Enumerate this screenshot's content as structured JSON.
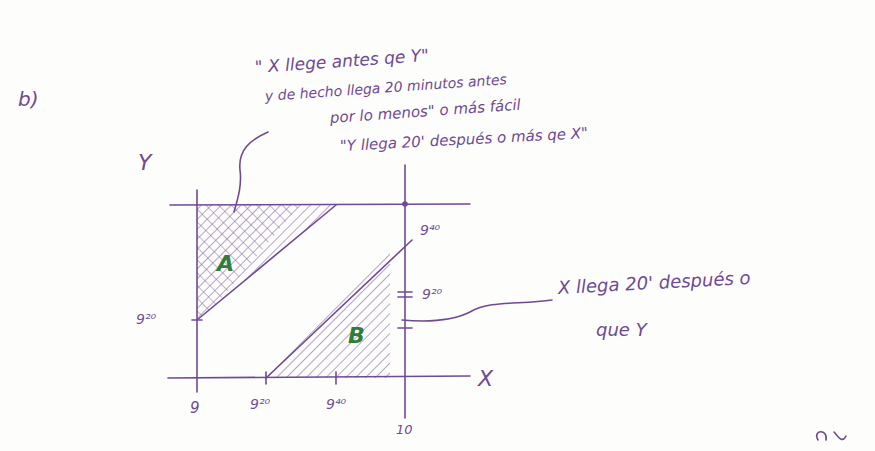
{
  "diagram": {
    "nodes": [
      {
        "text": [
          "A"
        ]
      },
      {
        "text": [
          "B"
        ]
      }
    ],
    "labels": [
      "b)",
      "\" X llege antes qe Y\"",
      "y de hecho llega 20 minutos antes",
      "por lo menos\" o más fácil",
      "\"Y llega 20' después o más qe X\"",
      "Y",
      "9⁴⁰",
      "9²⁰",
      "X llega 20' después o",
      "que Y",
      "9²⁰",
      "X",
      "9",
      "9²⁰",
      "9⁴⁰",
      "10"
    ]
  }
}
